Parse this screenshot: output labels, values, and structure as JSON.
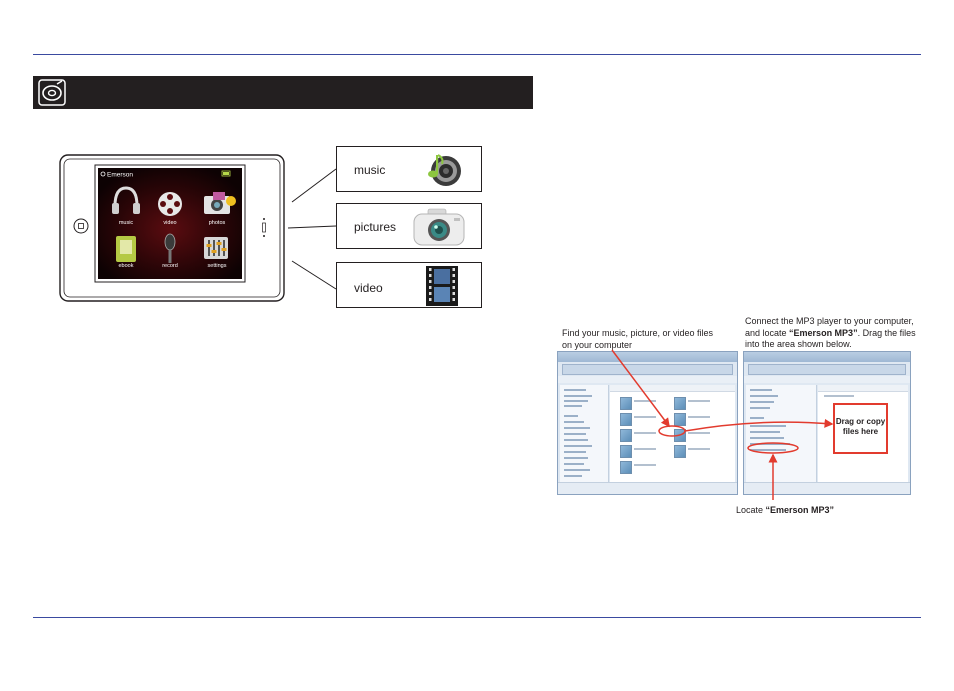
{
  "device": {
    "brand": "Emerson",
    "apps": [
      "music",
      "video",
      "photos",
      "ebook",
      "record",
      "settings"
    ]
  },
  "menu": [
    {
      "label": "music",
      "icon": "speaker-icon"
    },
    {
      "label": "pictures",
      "icon": "camera-icon"
    },
    {
      "label": "video",
      "icon": "film-icon"
    }
  ],
  "captions": {
    "find": "Find your music, picture, or video files on your computer",
    "connect_pre": "Connect the MP3 player to your computer, and locate ",
    "connect_bold": "“Emerson MP3”",
    "connect_post": ". Drag the files into the area shown below.",
    "locate_pre": "Locate ",
    "locate_bold": "“Emerson MP3”",
    "drop_zone": "Drag or copy files here"
  },
  "colors": {
    "rule": "#3a4aa0",
    "banner": "#231f20",
    "annotation": "#e23b2e"
  }
}
